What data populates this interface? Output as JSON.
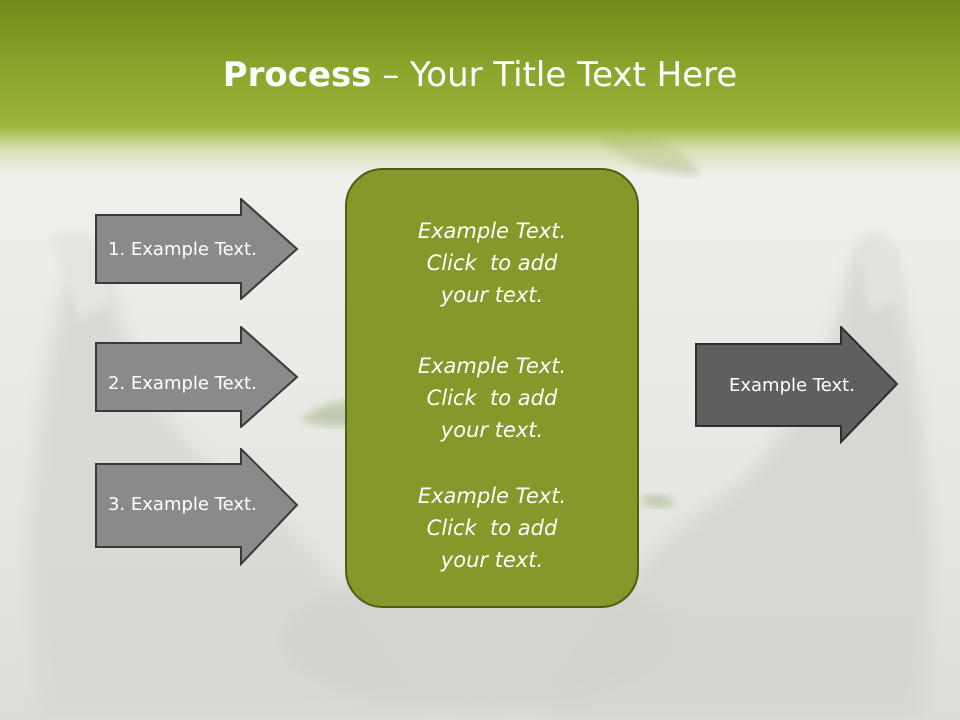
{
  "title": {
    "bold": "Process",
    "rest": " – Your Title Text Here"
  },
  "left_arrows": [
    {
      "label": "1. Example Text."
    },
    {
      "label": "2. Example Text."
    },
    {
      "label": "3. Example Text."
    }
  ],
  "center_box": {
    "blocks": [
      {
        "lines": [
          "Example Text.",
          "Click  to add",
          "your text."
        ]
      },
      {
        "lines": [
          "Example Text.",
          "Click  to add",
          "your text."
        ]
      },
      {
        "lines": [
          "Example Text.",
          "Click  to add",
          "your text."
        ]
      }
    ]
  },
  "right_arrow": {
    "label": "Example Text."
  },
  "colors": {
    "header_green": "#8aa62c",
    "center_box_fill": "#84992a",
    "left_arrow_fill": "#8a8a8a",
    "right_arrow_fill": "#5f5f5f"
  }
}
